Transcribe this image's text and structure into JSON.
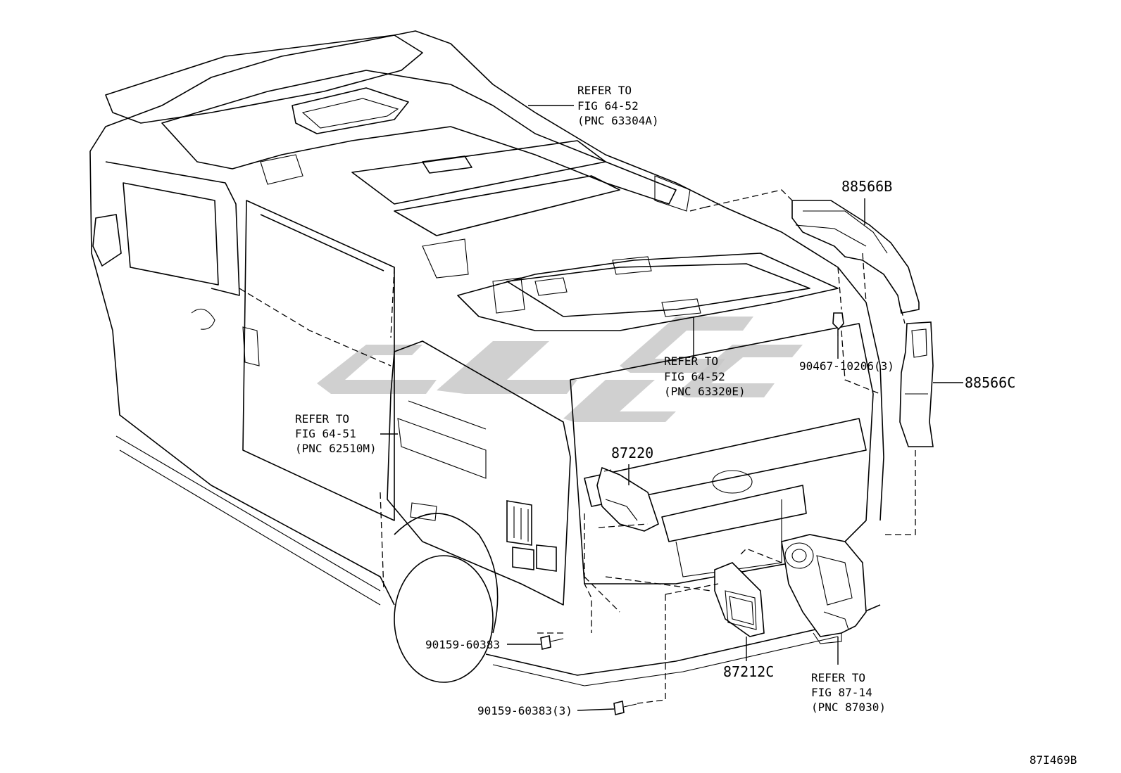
{
  "diagram_code": "87I469B",
  "callouts": {
    "roof_headliner": [
      "REFER TO",
      "FIG 64-52",
      "(PNC 63304A)"
    ],
    "rear_headliner": [
      "REFER TO",
      "FIG 64-52",
      "(PNC 63320E)"
    ],
    "quarter_trim": [
      "REFER TO",
      "FIG 64-51",
      "(PNC 62510M)"
    ],
    "blower": [
      "REFER TO",
      "FIG 87-14",
      "(PNC 87030)"
    ]
  },
  "parts": {
    "duct_upper": "88566B",
    "duct_lower": "88566C",
    "clip": "90467-10206(3)",
    "grille": "87220",
    "outlet_cover": "87212C",
    "screw_a": "90159-60383",
    "screw_b": "90159-60383(3)"
  }
}
